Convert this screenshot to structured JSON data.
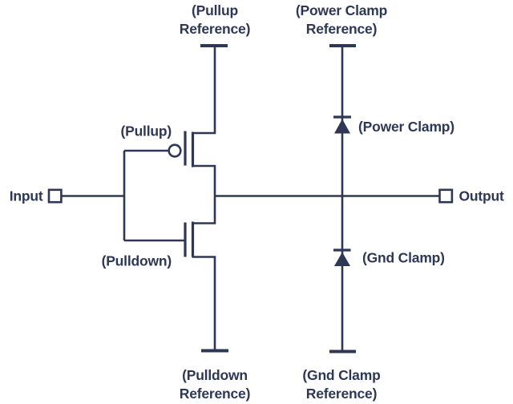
{
  "diagram": {
    "type": "circuit-schematic",
    "description_icons": {
      "pullup_symbol": "pmos-transistor-symbol",
      "pulldown_symbol": "nmos-transistor-symbol",
      "power_clamp_symbol": "diode-symbol",
      "gnd_clamp_symbol": "diode-symbol",
      "input_symbol": "square-terminal",
      "output_symbol": "square-terminal"
    },
    "colors": {
      "line": "#2e3856",
      "background": "#ffffff"
    },
    "terminals": {
      "input_label": "Input",
      "output_label": "Output"
    },
    "labels": {
      "pullup_reference_line1": "(Pullup",
      "pullup_reference_line2": "Reference)",
      "power_clamp_reference_line1": "(Power Clamp",
      "power_clamp_reference_line2": "Reference)",
      "pullup": "(Pullup)",
      "pulldown": "(Pulldown)",
      "power_clamp": "(Power Clamp)",
      "gnd_clamp": "(Gnd Clamp)",
      "pulldown_reference_line1": "(Pulldown",
      "pulldown_reference_line2": "Reference)",
      "gnd_clamp_reference_line1": "(Gnd Clamp",
      "gnd_clamp_reference_line2": "Reference)"
    }
  }
}
